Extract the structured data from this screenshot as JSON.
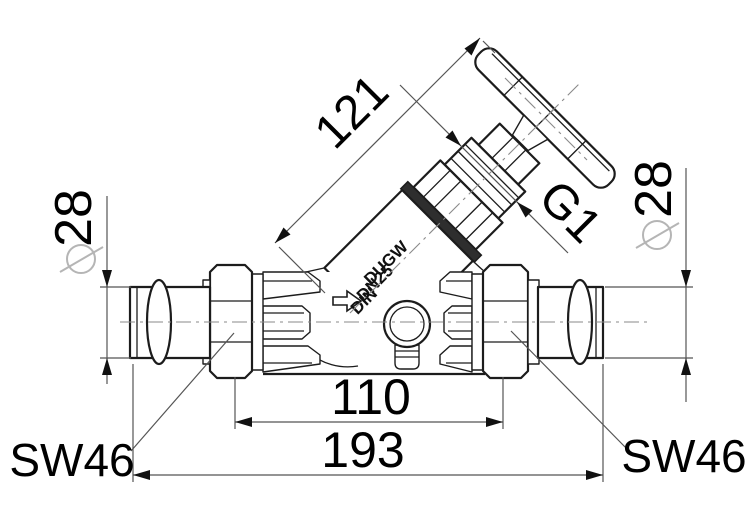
{
  "title": "inclined-seat-valve-technical-drawing",
  "dimensions": {
    "stem_length": "121",
    "stem_thread": "G1",
    "pipe_diameter_left": "28",
    "pipe_diameter_right": "28",
    "port_distance": "110",
    "overall_length": "193",
    "wrench_size_left": "SW46",
    "wrench_size_right": "SW46"
  },
  "body_markings": {
    "brand": "DUGW",
    "nominal_size": "DN25",
    "standard": "DIN"
  },
  "icons": {
    "flow_direction": "right-block-arrow",
    "diameter_symbol": "circle-with-slash"
  },
  "colors": {
    "outline": "#1c1c1c",
    "dimension_line": "#555555",
    "centerline": "#8a8a8a",
    "diameter_symbol": "#b5b5b5",
    "flange": "#2e2e2e",
    "background": "#ffffff"
  }
}
